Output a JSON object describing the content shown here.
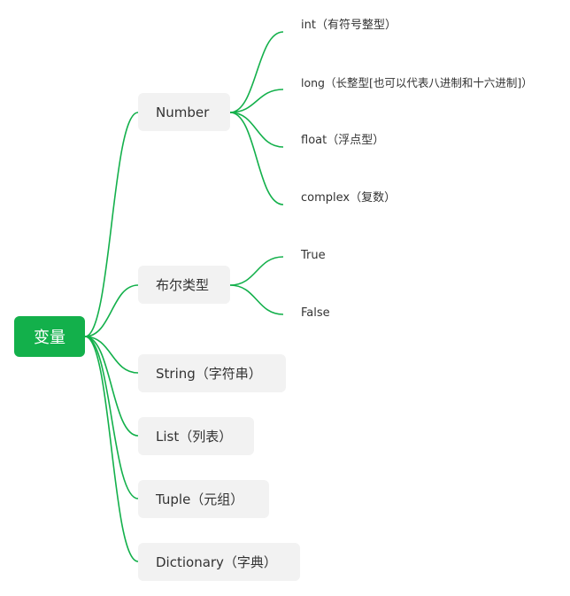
{
  "line_color": "#13b04b",
  "root": {
    "label": "变量",
    "color": "#13b04b"
  },
  "branches": {
    "number": {
      "label": "Number",
      "children": [
        "int（有符号整型）",
        "long（长整型[也可以代表八进制和十六进制]）",
        "float（浮点型）",
        "complex（复数）"
      ]
    },
    "bool": {
      "label": "布尔类型",
      "children": [
        "True",
        "False"
      ]
    },
    "string": {
      "label": "String（字符串）"
    },
    "list": {
      "label": "List（列表）"
    },
    "tuple": {
      "label": "Tuple（元组）"
    },
    "dict": {
      "label": "Dictionary（字典）"
    }
  }
}
